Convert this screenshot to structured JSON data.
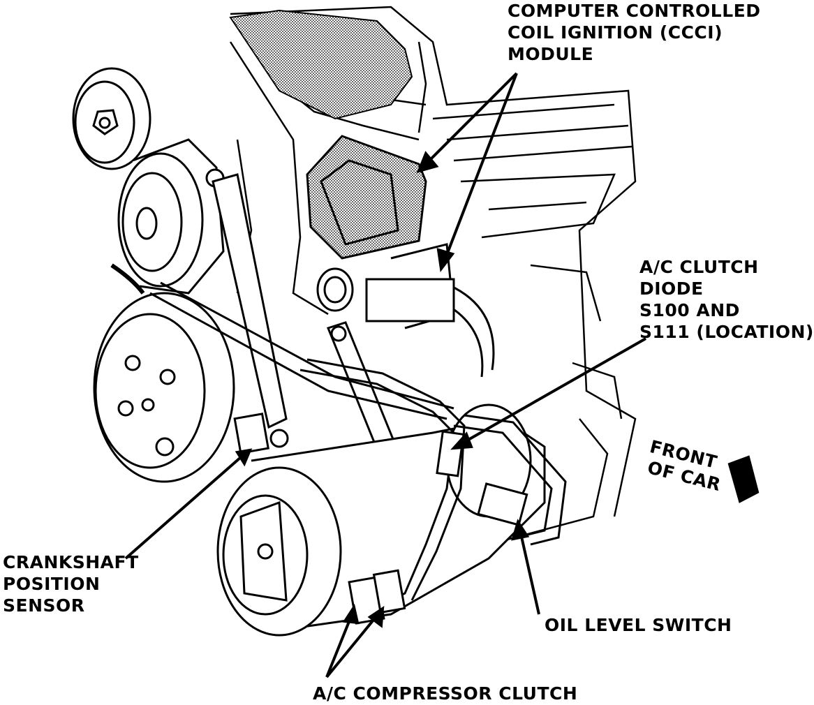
{
  "labels": {
    "ccci": [
      "COMPUTER CONTROLLED",
      "COIL IGNITION (CCCI)",
      "MODULE"
    ],
    "diode": [
      "A/C CLUTCH",
      "DIODE",
      "S100 AND",
      "S111 (LOCATION)"
    ],
    "crankshaft": [
      "CRANKSHAFT",
      "POSITION",
      "SENSOR"
    ],
    "oil_level": "OIL LEVEL SWITCH",
    "ac_clutch": "A/C COMPRESSOR CLUTCH",
    "front": [
      "FRONT",
      "OF CAR"
    ]
  },
  "colors": {
    "ink": "#000000",
    "paper": "#ffffff",
    "stipple": "#8a8a8a"
  }
}
